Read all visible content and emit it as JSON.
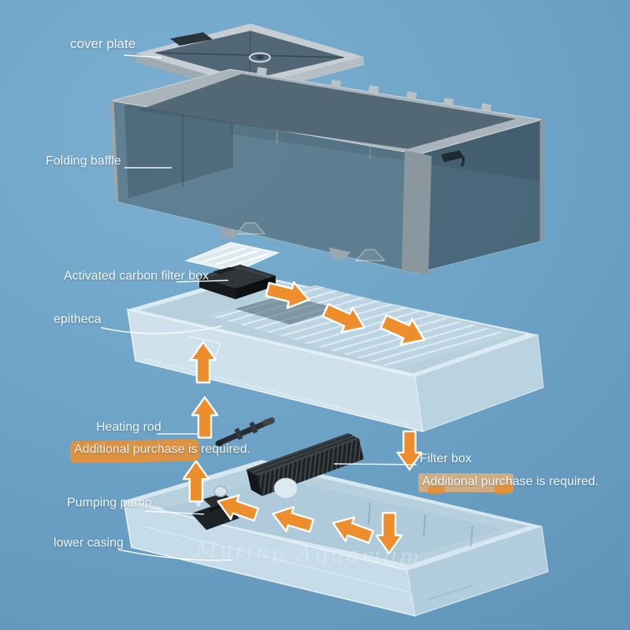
{
  "image_type": "exploded-view product diagram of a turtle tank / aquarium",
  "parts": {
    "cover_plate": {
      "label": "cover plate"
    },
    "folding_baffle": {
      "label": "Folding baffle"
    },
    "activated_carbon_filter_box": {
      "label": "Activated carbon filter box"
    },
    "epitheca": {
      "label": "epitheca"
    },
    "heating_rod": {
      "label": "Heating rod",
      "note": "Additional purchase is required."
    },
    "filter_box": {
      "label": "Filter box",
      "note": "Additional purchase is required."
    },
    "pumping_pump": {
      "label": "Pumping pump"
    },
    "lower_casing": {
      "label": "lower casing"
    }
  },
  "watermark": {
    "text": "Muting Aquarium"
  },
  "colors": {
    "background_top": "#7db0d1",
    "background_bottom": "#5b8cb0",
    "arrow_fill": "#ee8d2c",
    "arrow_outline": "#ffffff",
    "highlight_left": "#e5913a",
    "highlight_right": "#d7ad7d",
    "label_text": "#f1f6f9",
    "tray_plastic": "#cfe2ec",
    "tank_glass": "#49616e",
    "black_parts": "#1d2224"
  }
}
